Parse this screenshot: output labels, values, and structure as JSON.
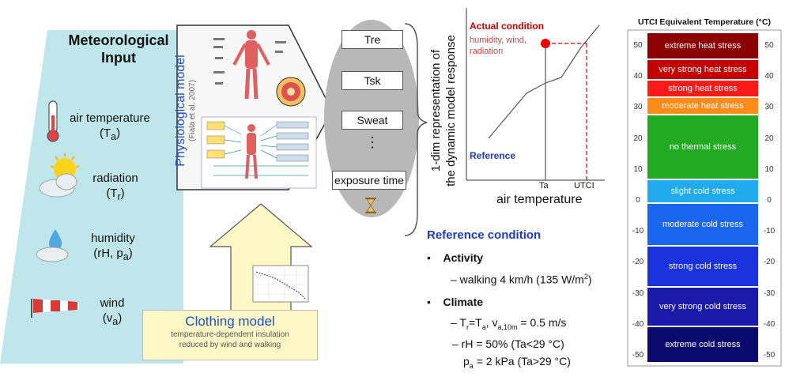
{
  "meteorological": {
    "title": "Meteorological Input",
    "inputs": [
      {
        "name": "air temperature",
        "symbol": "(T",
        "sub": "a",
        "close": ")",
        "icon": "thermometer-icon"
      },
      {
        "name": "radiation",
        "symbol": "(T",
        "sub": "r",
        "close": ")",
        "icon": "sun-cloud-icon"
      },
      {
        "name": "humidity",
        "symbol": "(rH, p",
        "sub": "a",
        "close": ")",
        "icon": "water-drop-icon"
      },
      {
        "name": "wind",
        "symbol": "(v",
        "sub": "a",
        "close": ")",
        "icon": "windsock-icon"
      }
    ]
  },
  "physiological": {
    "label": "Physiological model",
    "citation": "(Fiala et al. 2007)"
  },
  "outputs": [
    "Tre",
    "Tsk",
    "Sweat",
    "⋮",
    "exposure time"
  ],
  "response_chart": {
    "ylabel_line1": "1-dim representation of",
    "ylabel_line2": "the dynamic model response",
    "xlabel": "air temperature",
    "actual_condition": "Actual condition",
    "actual_detail_1": "humidity, wind,",
    "actual_detail_2": "radiation",
    "reference": "Reference",
    "tick_ta": "Ta",
    "tick_utci": "UTCI"
  },
  "reference_condition": {
    "title": "Reference condition",
    "activity_heading": "Activity",
    "activity_text": "– walking 4 km/h (135 W/m",
    "activity_sup": "2",
    "activity_close": ")",
    "climate_heading": "Climate",
    "climate_line1": "– T",
    "climate_line1_b": "=T",
    "climate_line1_c": ", v",
    "climate_line1_d": " = 0.5 m/s",
    "climate_sub_r": "r",
    "climate_sub_a": "a",
    "climate_sub_a10m": "a,10m",
    "climate_line2": "– rH = 50%  (Ta<29 °C)",
    "climate_line3_p": "p",
    "climate_line3_rest": " = 2 kPa  (Ta>29 °C)"
  },
  "clothing": {
    "title": "Clothing model",
    "line1": "temperature-dependent insulation",
    "line2": "reduced by wind and walking"
  },
  "utci": {
    "title": "UTCI Equivalent Temperature (°C)",
    "categories": [
      {
        "label": "extreme heat stress",
        "color": "#8b0000"
      },
      {
        "label": "very strong heat stress",
        "color": "#c40000"
      },
      {
        "label": "strong heat stress",
        "color": "#ff1a1a"
      },
      {
        "label": "moderate heat stress",
        "color": "#ff8c1a"
      },
      {
        "label": "no thermal stress",
        "color": "#22aa22"
      },
      {
        "label": "slight cold stress",
        "color": "#22aaee"
      },
      {
        "label": "moderate cold stress",
        "color": "#1a66ee"
      },
      {
        "label": "strong cold stress",
        "color": "#1a33dd"
      },
      {
        "label": "very strong cold stress",
        "color": "#1a1aa8"
      },
      {
        "label": "extreme cold stress",
        "color": "#0a0a6e"
      }
    ],
    "ticks": [
      "50",
      "40",
      "30",
      "20",
      "10",
      "0",
      "-10",
      "-20",
      "-30",
      "-40",
      "-50"
    ]
  }
}
